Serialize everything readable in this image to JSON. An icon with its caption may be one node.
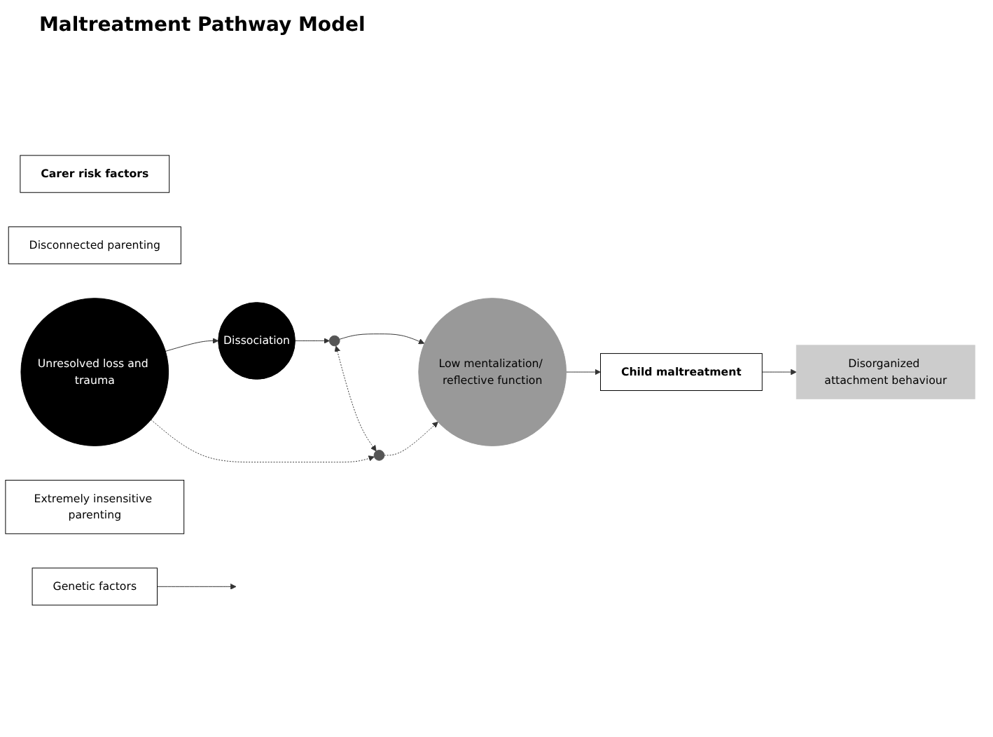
{
  "diagram": {
    "title": "Maltreatment Pathway Model",
    "nodes": [
      {
        "text": [
          "Carer risk factors"
        ]
      },
      {
        "text": [
          "Disconnected parenting"
        ]
      },
      {
        "text": [
          "Dissociation"
        ]
      },
      {
        "text": [],
        "shape": "circle"
      },
      {
        "text": [
          "Low mentalization/ reflective function"
        ]
      },
      {
        "text": [
          "Unresolved loss and trauma"
        ]
      },
      {
        "text": [],
        "shape": "circle"
      },
      {
        "text": [
          "Extremely insensitive parenting"
        ]
      },
      {
        "text": [
          "Child maltreatment"
        ]
      },
      {
        "text": [
          "Disorganized attachment behaviour"
        ]
      },
      {
        "text": [
          "Genetic factors"
        ]
      }
    ],
    "edges": [
      {
        "from": 5,
        "to": 2,
        "arrow": "to"
      },
      {
        "from": 2,
        "to": 3,
        "arrow": "to"
      },
      {
        "from": 3,
        "to": 4,
        "arrow": "to"
      },
      {
        "from": 3,
        "to": 6,
        "arrow": "both",
        "style": "dashed"
      },
      {
        "from": 5,
        "to": 6,
        "arrow": "to",
        "style": "dashed"
      },
      {
        "from": 6,
        "to": 4,
        "arrow": "to",
        "style": "dashed"
      },
      {
        "from": 4,
        "to": 8,
        "arrow": "to"
      },
      {
        "from": 8,
        "to": 9,
        "arrow": "to"
      },
      {
        "from": 10,
        "to": null,
        "arrow": "to"
      }
    ]
  }
}
